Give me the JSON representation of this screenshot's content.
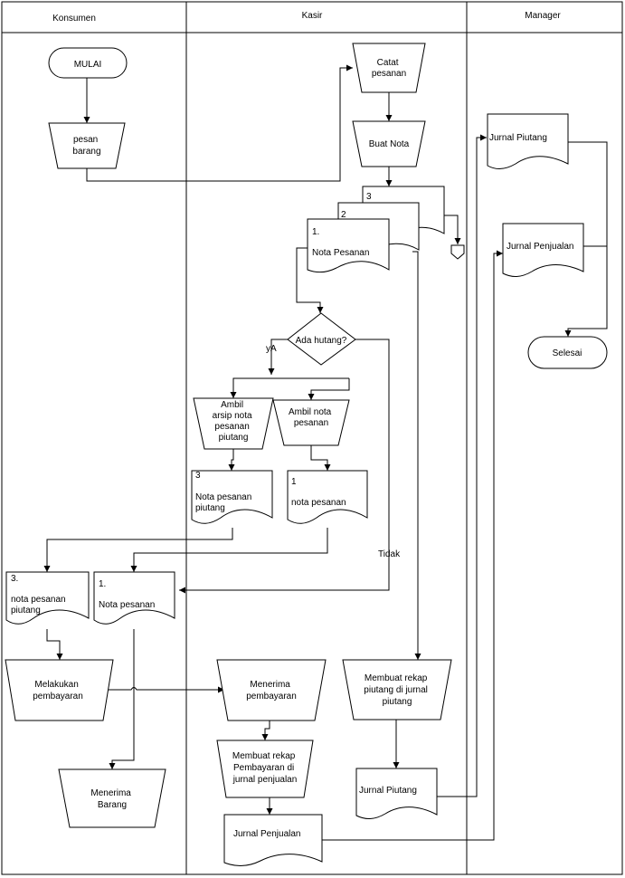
{
  "lanes": {
    "konsumen": "Konsumen",
    "kasir": "Kasir",
    "manager": "Manager"
  },
  "konsumen": {
    "mulai": "MULAI",
    "pesan_barang": [
      "pesan",
      "barang"
    ],
    "nota_pesanan_piutang_num": "3.",
    "nota_pesanan_piutang": [
      "nota pesanan",
      "piutang"
    ],
    "nota_pesanan_num": "1.",
    "nota_pesanan": "Nota pesanan",
    "melakukan_pembayaran": [
      "Melakukan",
      "pembayaran"
    ],
    "menerima_barang": [
      "Menerima",
      "Barang"
    ]
  },
  "kasir": {
    "catat_pesanan": [
      "Catat",
      "pesanan"
    ],
    "buat_nota": "Buat Nota",
    "copy_3": "3",
    "copy_2": "2",
    "copy_1": "1.",
    "nota_pesanan": "Nota Pesanan",
    "decision": "Ada hutang?",
    "label_ya": "yA",
    "label_tidak": "Tidak",
    "ambil_arsip": [
      "Ambil",
      "arsip nota",
      "pesanan",
      "piutang"
    ],
    "ambil_nota": [
      "Ambil nota",
      "pesanan"
    ],
    "doc_piutang_num": "3",
    "doc_piutang": [
      "Nota pesanan",
      "piutang"
    ],
    "doc_pesanan_num": "1",
    "doc_pesanan": "nota pesanan",
    "menerima_pembayaran": [
      "Menerima",
      "pembayaran"
    ],
    "rekap_pembayaran": [
      "Membuat rekap",
      "Pembayaran di",
      "jurnal penjualan"
    ],
    "jurnal_penjualan": "Jurnal Penjualan",
    "rekap_piutang": [
      "Membuat rekap",
      "piutang di jurnal",
      "piutang"
    ],
    "jurnal_piutang": "Jurnal Piutang"
  },
  "manager": {
    "jurnal_piutang": "Jurnal Piutang",
    "jurnal_penjualan": "Jurnal Penjualan",
    "selesai": "Selesai"
  }
}
